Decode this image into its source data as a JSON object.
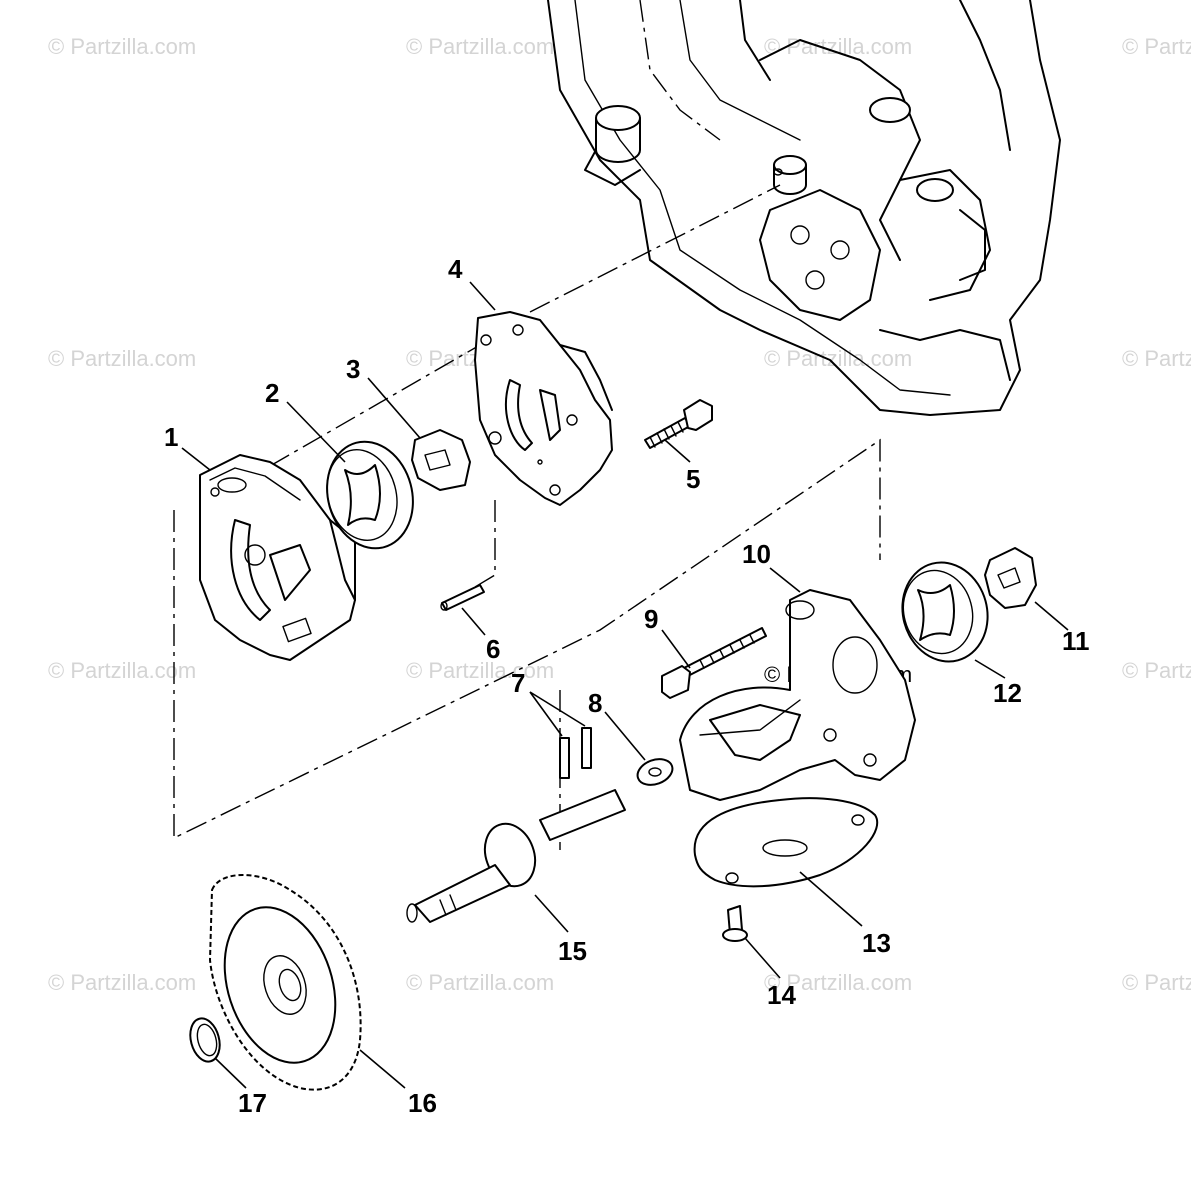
{
  "watermark": {
    "text": "© Partzilla.com",
    "center_text": "© Partzilla.com"
  },
  "callouts": [
    "1",
    "2",
    "3",
    "4",
    "5",
    "6",
    "7",
    "8",
    "9",
    "10",
    "11",
    "12",
    "13",
    "14",
    "15",
    "16",
    "17"
  ]
}
